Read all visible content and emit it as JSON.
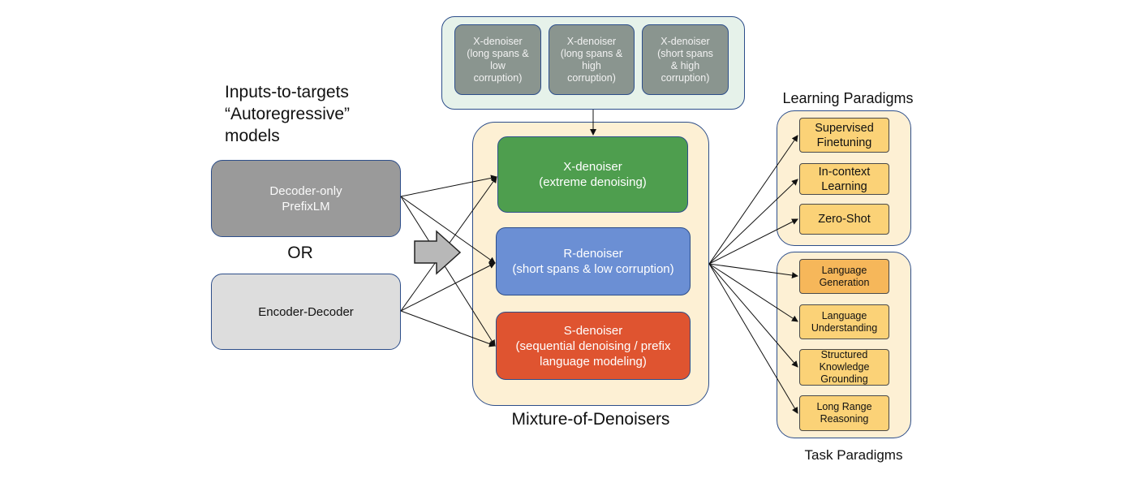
{
  "inputs": {
    "title": "Inputs-to-targets\n“Autoregressive”\nmodels",
    "decoder_only": "Decoder-only\nPrefixLM",
    "or_label": "OR",
    "encoder_decoder": "Encoder-Decoder"
  },
  "xvariants": [
    {
      "label": "X-denoiser\n(long spans &\nlow\ncorruption)"
    },
    {
      "label": "X-denoiser\n(long spans &\nhigh\ncorruption)"
    },
    {
      "label": "X-denoiser\n(short spans\n& high\ncorruption)"
    }
  ],
  "denoisers": {
    "x": "X-denoiser\n(extreme denoising)",
    "r": "R-denoiser\n(short spans & low corruption)",
    "s": "S-denoiser\n(sequential denoising / prefix\nlanguage modeling)"
  },
  "mixture_caption": "Mixture-of-Denoisers",
  "learning": {
    "title": "Learning Paradigms",
    "items": [
      "Supervised\nFinetuning",
      "In-context\nLearning",
      "Zero-Shot"
    ]
  },
  "tasks": {
    "title": "Task Paradigms",
    "items": [
      "Language\nGeneration",
      "Language\nUnderstanding",
      "Structured\nKnowledge\nGrounding",
      "Long Range\nReasoning"
    ]
  },
  "colors": {
    "panel_fill": "#fdf0d4",
    "xvariant_panel_fill": "#e6f2ea",
    "decoder_only_fill": "#9a9a9a",
    "encoder_decoder_fill": "#dddddd",
    "x_denoiser": "#4e9e4e",
    "r_denoiser": "#6b8fd4",
    "s_denoiser": "#df5430",
    "paradigm_fill": "#fbd277",
    "language_generation_fill": "#f6b75a"
  }
}
